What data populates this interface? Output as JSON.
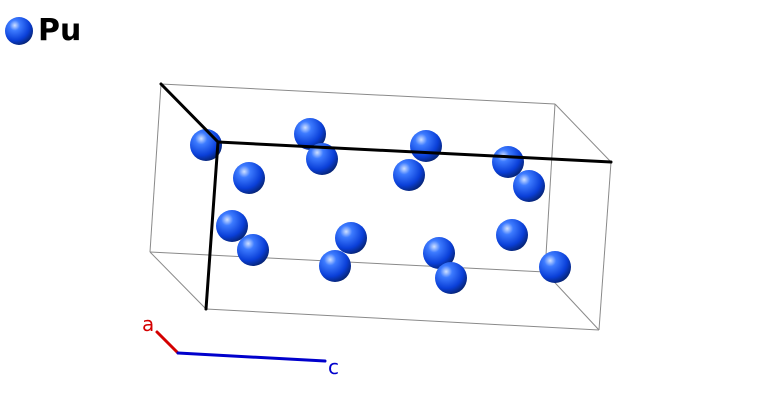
{
  "legend": {
    "element": "Pu",
    "color": "#1a5cff"
  },
  "axes": {
    "a": {
      "label": "a",
      "color": "#d40000"
    },
    "c": {
      "label": "c",
      "color": "#0000cc"
    }
  }
}
